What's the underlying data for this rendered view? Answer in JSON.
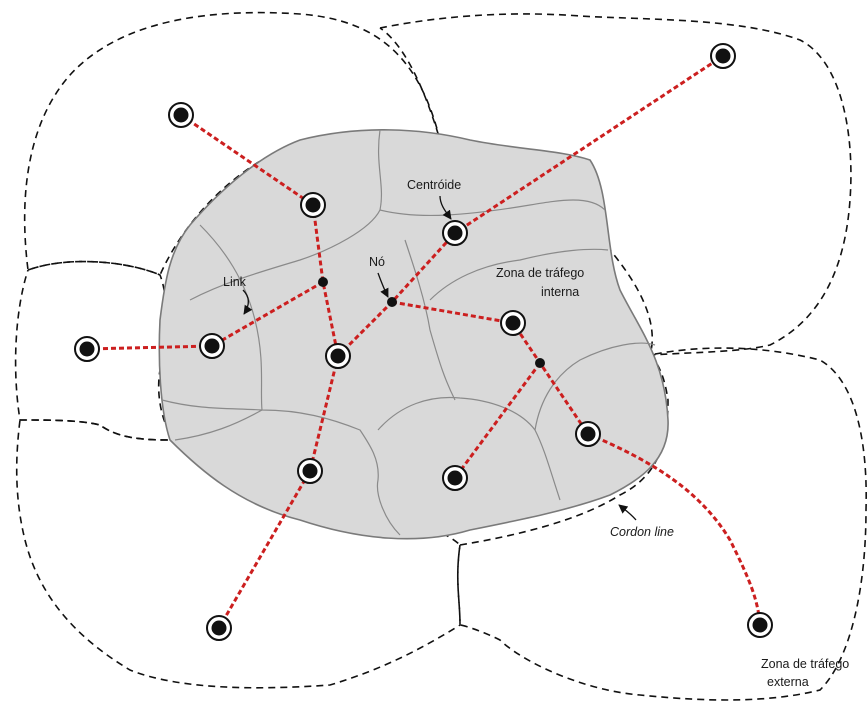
{
  "labels": {
    "centroid": "Centróide",
    "node": "Nó",
    "link": "Link",
    "internal_zone_line1": "Zona de tráfego",
    "internal_zone_line2": "interna",
    "cordon_line": "Cordon line",
    "external_zone_line1": "Zona de tráfego",
    "external_zone_line2": "externa"
  },
  "colors": {
    "link": "#cc1f1f",
    "internal_zone_fill": "#d9d9d9",
    "internal_zone_stroke": "#7a7a7a",
    "external_zone_stroke": "#111111",
    "centroid": "#111111"
  },
  "legend_icons": {
    "centroid": "centroid-icon",
    "node": "node-icon"
  }
}
